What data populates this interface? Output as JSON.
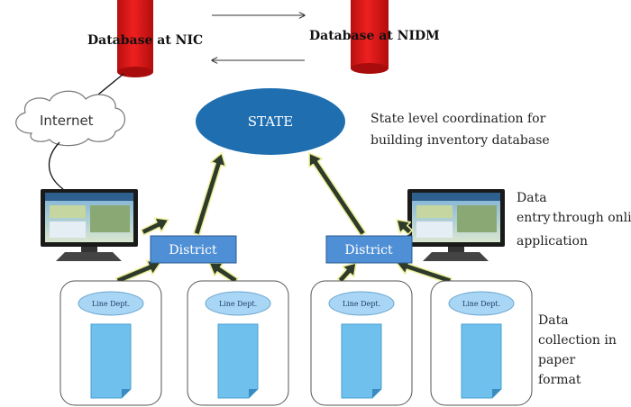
{
  "databases": {
    "nic_label": "Database at NIC",
    "nidm_label": "Database at NIDM"
  },
  "internet_label": "Internet",
  "state": {
    "label": "STATE",
    "description": [
      "State level coordination for",
      "building inventory database"
    ]
  },
  "data_entry": [
    "Data",
    "entry",
    "through online",
    "application"
  ],
  "districts": [
    "District",
    "District"
  ],
  "line_dept_label": "Line Dept.",
  "data_collection": [
    "Data",
    "collection in",
    "paper",
    "format"
  ],
  "colors": {
    "db_red": "#e11b1b",
    "state_blue": "#1f6fb0",
    "district_fill": "#4f8fd6",
    "line_dept_fill": "#a9d6f5",
    "doc_fill": "#6fc0ec",
    "arrow_fill": "#2f3b2a",
    "arrow_outline": "#eef0a0"
  }
}
